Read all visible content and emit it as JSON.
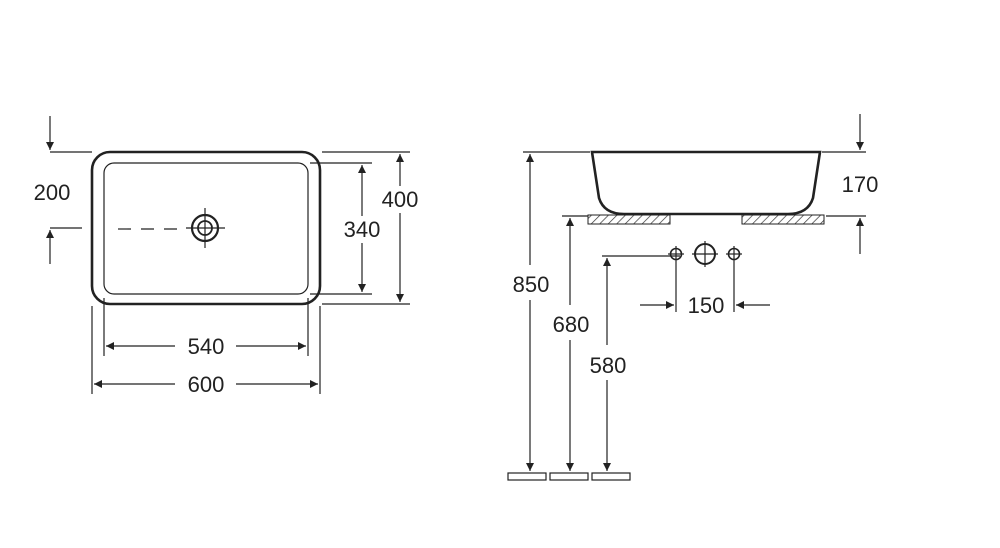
{
  "dimensions": {
    "plan": {
      "drain_offset": "200",
      "outer_depth": "400",
      "inner_depth": "340",
      "inner_width": "540",
      "outer_width": "600"
    },
    "side": {
      "height": "170",
      "top_from_floor": "850",
      "counter_from_floor": "680",
      "pipe_from_floor": "580",
      "tap_spacing": "150"
    }
  }
}
